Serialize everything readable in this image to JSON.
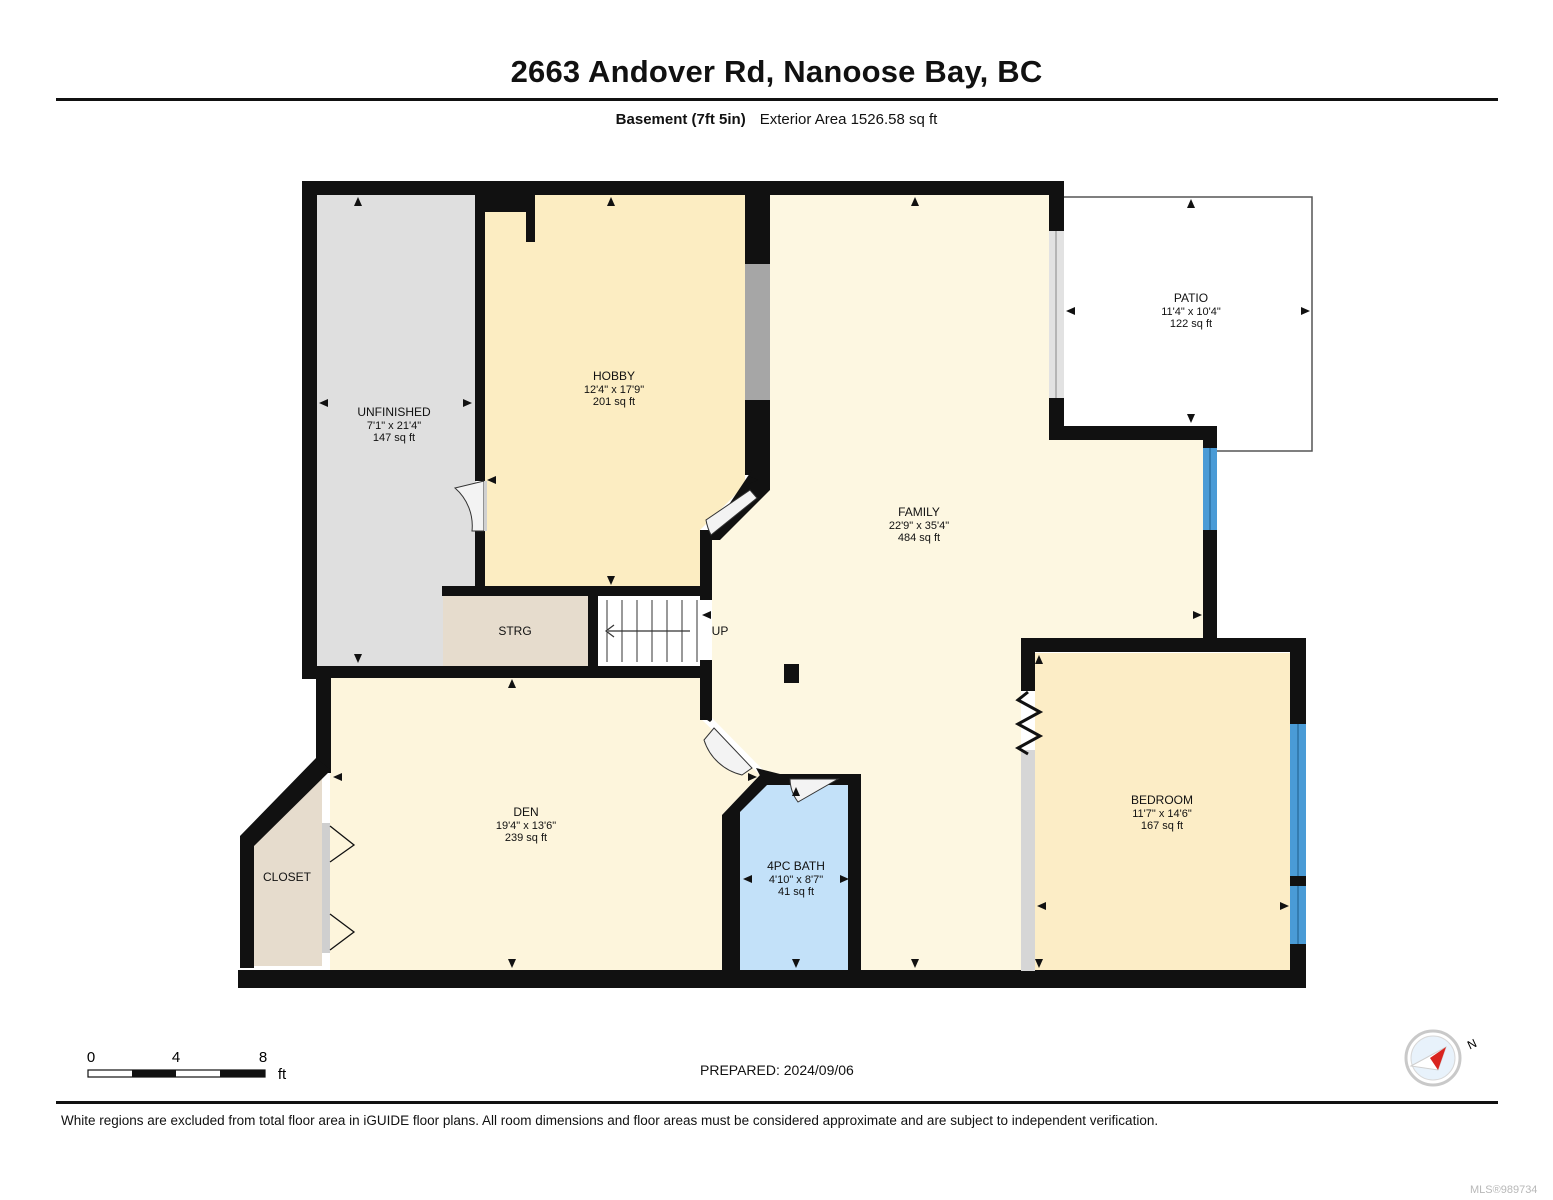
{
  "header": {
    "title": "2663 Andover Rd, Nanoose Bay, BC",
    "floor_name": "Basement (7ft 5in)",
    "exterior_area": "Exterior Area 1526.58 sq ft"
  },
  "rooms": {
    "unfinished": {
      "name": "UNFINISHED",
      "dims": "7'1\" x 21'4\"",
      "area": "147 sq ft"
    },
    "hobby": {
      "name": "HOBBY",
      "dims": "12'4\" x 17'9\"",
      "area": "201 sq ft"
    },
    "family": {
      "name": "FAMILY",
      "dims": "22'9\" x 35'4\"",
      "area": "484 sq ft"
    },
    "patio": {
      "name": "PATIO",
      "dims": "11'4\" x 10'4\"",
      "area": "122 sq ft"
    },
    "strg": {
      "name": "STRG"
    },
    "stairs": {
      "label": "UP"
    },
    "den": {
      "name": "DEN",
      "dims": "19'4\" x 13'6\"",
      "area": "239 sq ft"
    },
    "bath": {
      "name": "4PC BATH",
      "dims": "4'10\" x 8'7\"",
      "area": "41 sq ft"
    },
    "bedroom": {
      "name": "BEDROOM",
      "dims": "11'7\" x 14'6\"",
      "area": "167 sq ft"
    },
    "closet": {
      "name": "CLOSET"
    }
  },
  "scale": {
    "ticks": [
      "0",
      "4",
      "8"
    ],
    "unit": "ft"
  },
  "prepared": "PREPARED: 2024/09/06",
  "footnote": "White regions are excluded from total floor area in iGUIDE floor plans. All room dimensions and floor areas must be considered approximate and are subject to independent verification.",
  "mls": "MLS®989734",
  "compass": {
    "label": "N",
    "icon": "compass-icon"
  },
  "colors": {
    "wall": "#111111",
    "unfinished": "#dfdfdf",
    "hobby": "#fcedc2",
    "family": "#fdf7e1",
    "den": "#fdf5dc",
    "bath": "#c3e1f9",
    "bedroom": "#fcedc6",
    "storage": "#e6dccd",
    "window": "#4a9bd6",
    "compass_red": "#d9241f"
  }
}
